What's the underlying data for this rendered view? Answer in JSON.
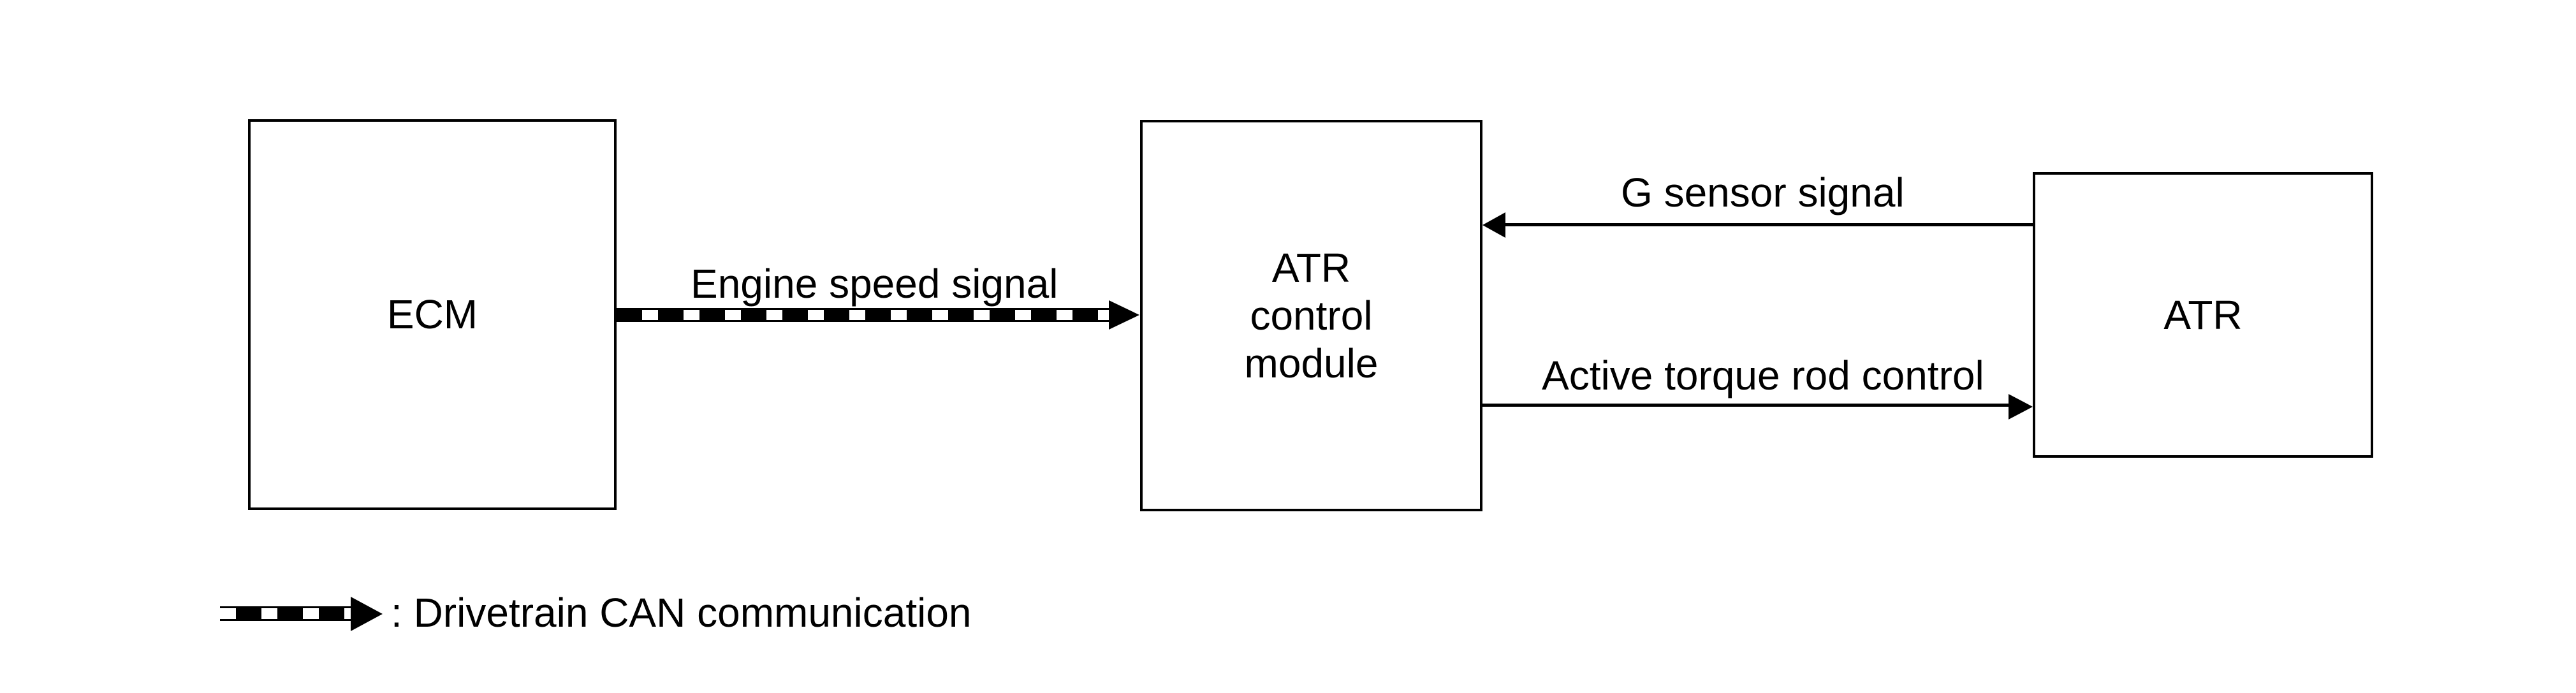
{
  "boxes": {
    "ecm": {
      "label": "ECM"
    },
    "atr_control_module": {
      "line1": "ATR",
      "line2": "control",
      "line3": "module"
    },
    "atr": {
      "label": "ATR"
    }
  },
  "arrows": {
    "engine_speed": {
      "label": "Engine speed signal",
      "style": "drivetrain-can",
      "direction": "right"
    },
    "g_sensor": {
      "label": "G sensor signal",
      "style": "plain",
      "direction": "left"
    },
    "active_torque": {
      "label": "Active torque rod control",
      "style": "plain",
      "direction": "right"
    }
  },
  "legend": {
    "text": ": Drivetrain CAN communication"
  },
  "colors": {
    "ink": "#000000",
    "background": "#ffffff"
  }
}
